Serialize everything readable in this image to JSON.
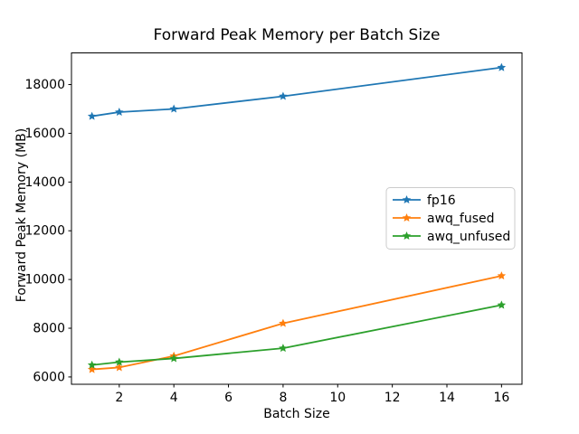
{
  "chart_data": {
    "type": "line",
    "title": "Forward Peak Memory per Batch Size",
    "xlabel": "Batch Size",
    "ylabel": "Forward Peak Memory (MB)",
    "x": [
      1,
      2,
      4,
      8,
      16
    ],
    "series": [
      {
        "name": "fp16",
        "color": "#1f77b4",
        "values": [
          16700,
          16870,
          17000,
          17520,
          18700
        ]
      },
      {
        "name": "awq_fused",
        "color": "#ff7f0e",
        "values": [
          6310,
          6390,
          6860,
          8200,
          10150
        ]
      },
      {
        "name": "awq_unfused",
        "color": "#2ca02c",
        "values": [
          6490,
          6610,
          6760,
          7180,
          8950
        ]
      }
    ],
    "marker": "star",
    "x_ticks": [
      2,
      4,
      6,
      8,
      10,
      12,
      14,
      16
    ],
    "y_ticks": [
      6000,
      8000,
      10000,
      12000,
      14000,
      16000,
      18000
    ],
    "xlim": [
      0.25,
      16.75
    ],
    "ylim": [
      5700,
      19300
    ],
    "grid": false,
    "legend_position": "center right",
    "background": "#ffffff",
    "spine_color": "#000000",
    "tick_label_color": "#000000",
    "legend_border_color": "#cccccc",
    "legend_background": "rgba(255,255,255,0.8)"
  }
}
